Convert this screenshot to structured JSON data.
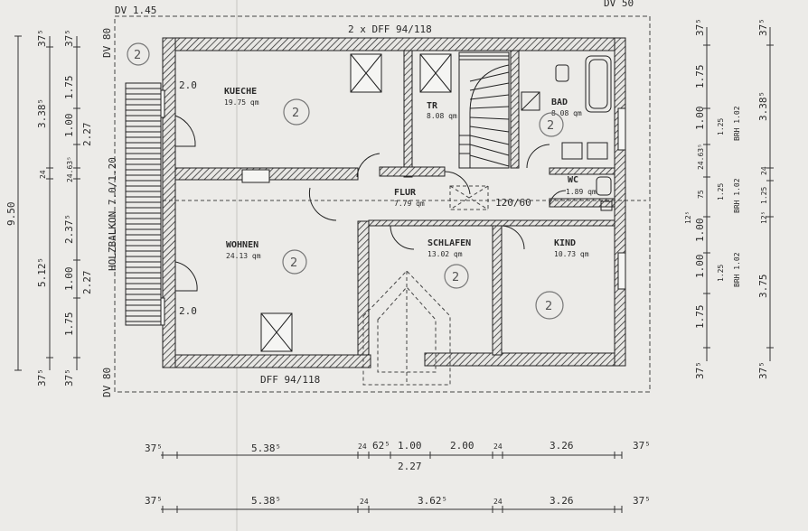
{
  "plan": {
    "top_window_label": "2 x DFF 94/118",
    "bottom_window_label": "DFF 94/118",
    "dv_top_left": "DV 1.45",
    "dv_top_right": "DV 50",
    "dv_left_top": "DV 80",
    "dv_left_bottom": "DV 80",
    "balcony_label": "HOLZBALKON 7.0/1.20",
    "balcony_height_top": "2.0",
    "balcony_height_bottom": "2.0",
    "opening_label": "120/60",
    "floor_count_mark": "2",
    "rooms": [
      {
        "name": "KUECHE",
        "area": "19.75 qm"
      },
      {
        "name": "TR",
        "area": "8.08 qm"
      },
      {
        "name": "BAD",
        "area": "8.08 qm"
      },
      {
        "name": "FLUR",
        "area": "7.79 qm"
      },
      {
        "name": "WC",
        "area": "1.89 qm"
      },
      {
        "name": "WOHNEN",
        "area": "24.13 qm"
      },
      {
        "name": "SCHLAFEN",
        "area": "13.02 qm"
      },
      {
        "name": "KIND",
        "area": "10.73 qm"
      }
    ],
    "left_dims": {
      "total": "9.50",
      "outer": [
        "37⁵",
        "3.38⁵",
        "24",
        "5.12⁵",
        "37⁵"
      ],
      "inner": [
        "37⁵",
        "1.75",
        "1.00",
        "24.63⁵",
        "2.37⁵",
        "1.00",
        "1.75",
        "37⁵"
      ],
      "sub": [
        "2.27",
        "2.27"
      ]
    },
    "right_dims": {
      "inner": [
        "37⁵",
        "1.75",
        "1.00",
        "24.63⁵",
        "75",
        "12⁵",
        "1.00",
        "1.00",
        "1.75",
        "37⁵"
      ],
      "sub": [
        "1.25",
        "1.25",
        "1.25"
      ],
      "brh": [
        "BRH 1.02",
        "BRH 1.02",
        "BRH 1.02"
      ],
      "outer": [
        "37⁵",
        "3.38⁵",
        "24",
        "1.25",
        "12⁵",
        "3.75",
        "37⁵"
      ]
    },
    "bottom_dims": {
      "row1": [
        "37⁵",
        "5.38⁵",
        "24",
        "62⁵",
        "1.00",
        "2.00",
        "24",
        "3.26",
        "37⁵"
      ],
      "row1_sub": "2.27",
      "row2": [
        "37⁵",
        "5.38⁵",
        "24",
        "3.62⁵",
        "24",
        "3.26",
        "37⁵"
      ]
    }
  }
}
